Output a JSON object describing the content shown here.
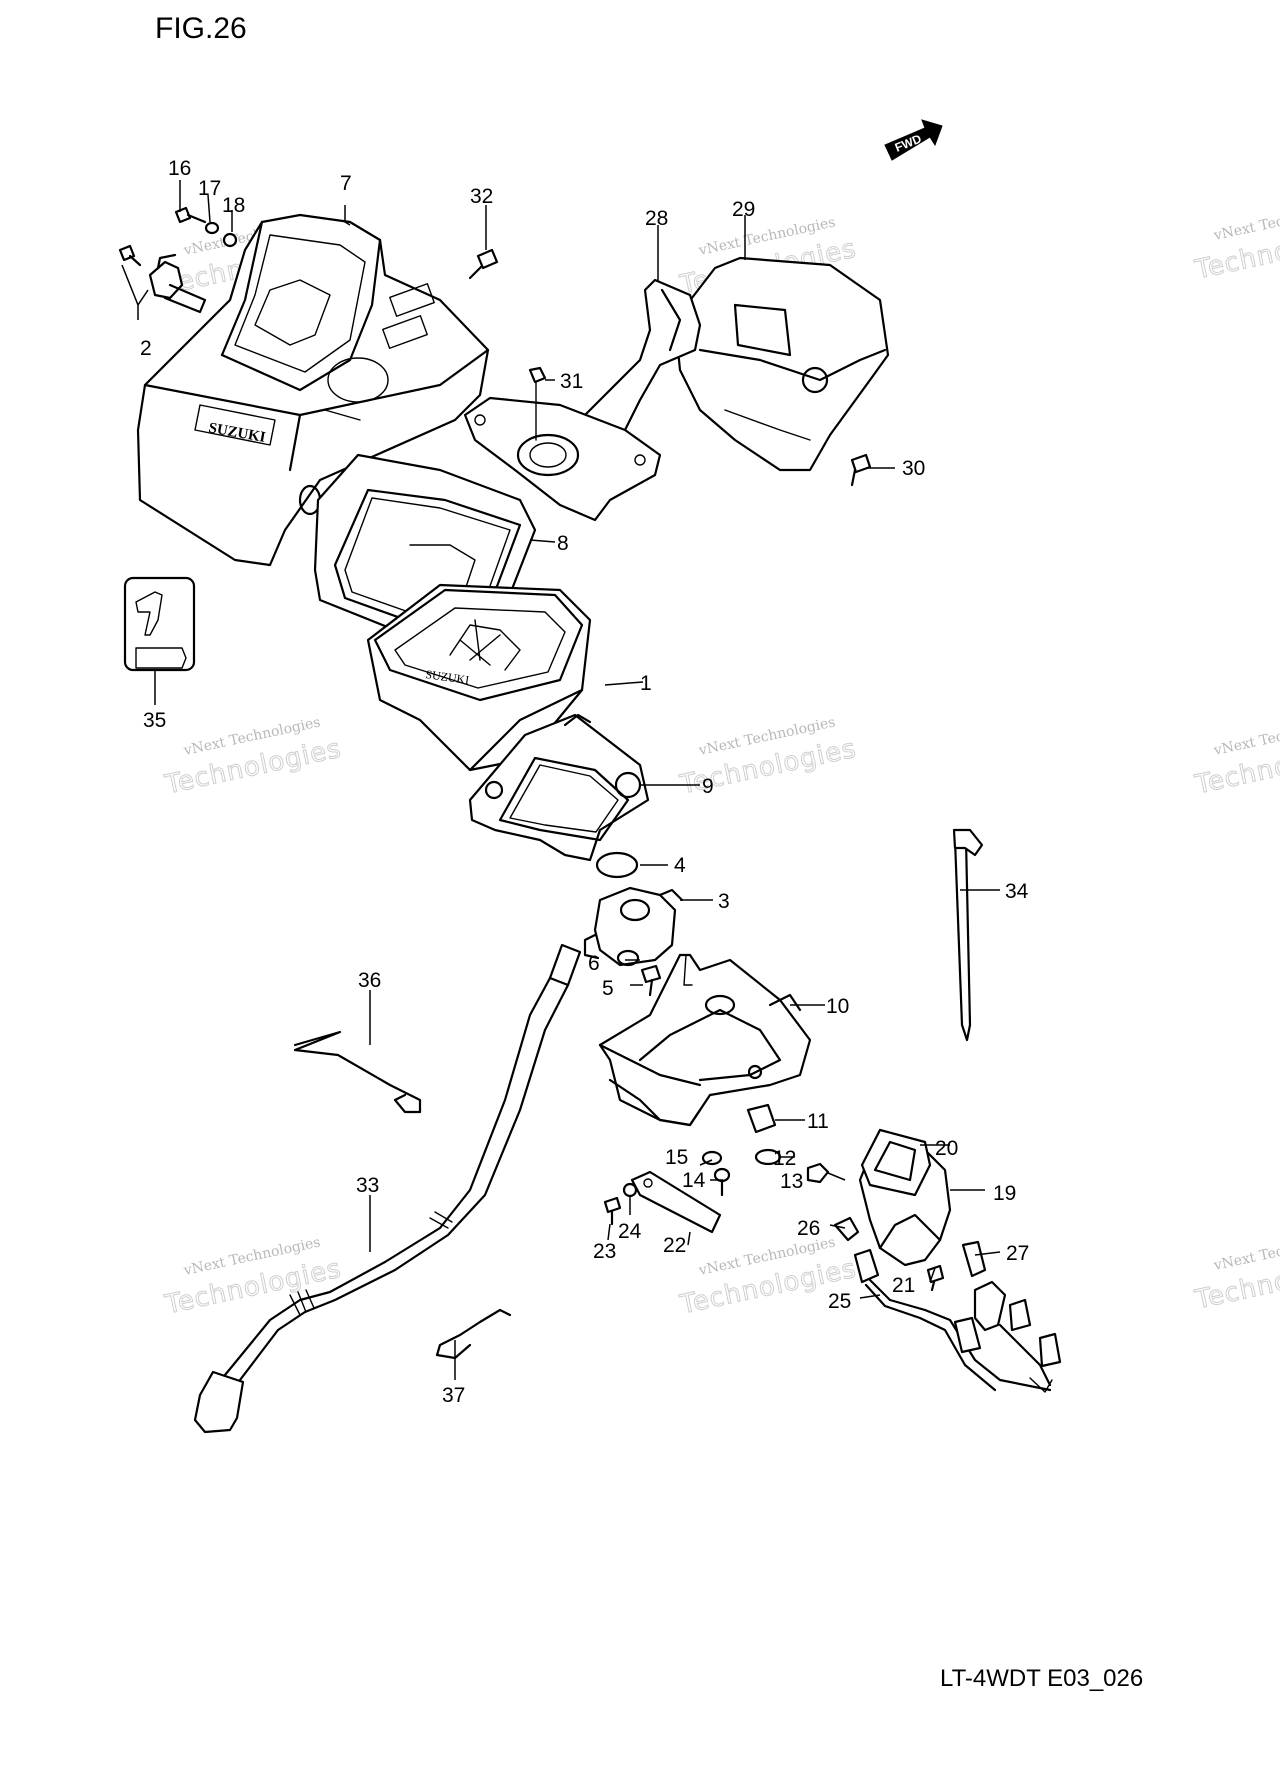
{
  "figure": {
    "title": "FIG.26",
    "code": "LT-4WDT E03_026"
  },
  "fwd_label": "FWD",
  "watermark": {
    "line1": "vNext Technologies",
    "line2": "Technologies"
  },
  "callouts": {
    "c1": "1",
    "c2": "2",
    "c3": "3",
    "c4": "4",
    "c5": "5",
    "c6": "6",
    "c7": "7",
    "c8": "8",
    "c9": "9",
    "c10": "10",
    "c11": "11",
    "c12": "12",
    "c13": "13",
    "c14": "14",
    "c15": "15",
    "c16": "16",
    "c17": "17",
    "c18": "18",
    "c19": "19",
    "c20": "20",
    "c21": "21",
    "c22": "22",
    "c23": "23",
    "c24": "24",
    "c25": "25",
    "c26": "26",
    "c27": "27",
    "c28": "28",
    "c29": "29",
    "c30": "30",
    "c31": "31",
    "c32": "32",
    "c33": "33",
    "c34": "34",
    "c35": "35",
    "c36": "36",
    "c37": "37"
  },
  "colors": {
    "line": "#000000",
    "background": "#ffffff",
    "watermark": "#c0c0c0"
  }
}
